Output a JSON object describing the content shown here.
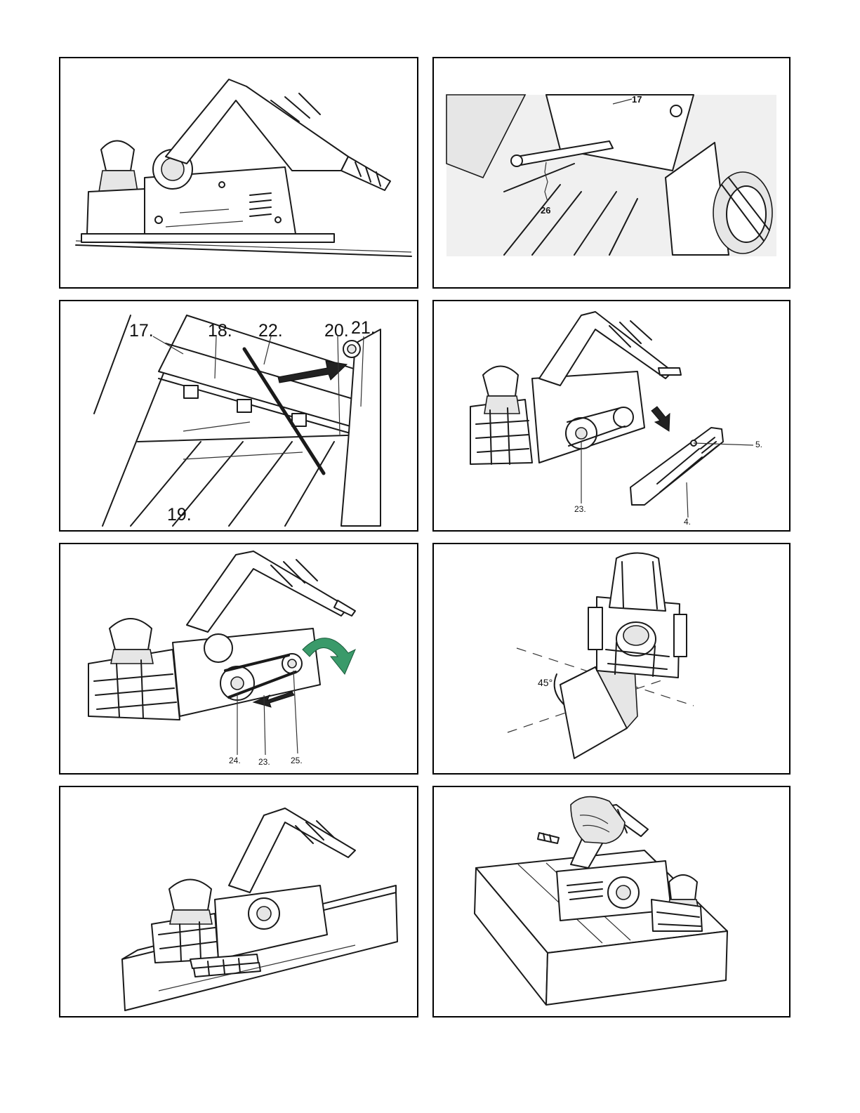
{
  "panels": [
    {
      "id": "fig-1",
      "labels": []
    },
    {
      "id": "fig-2",
      "labels": [
        "17",
        "26"
      ]
    },
    {
      "id": "fig-3",
      "labels": [
        "17.",
        "18.",
        "22.",
        "20.",
        "21.",
        "19."
      ]
    },
    {
      "id": "fig-4",
      "labels": [
        "5.",
        "23.",
        "4."
      ]
    },
    {
      "id": "fig-5",
      "labels": [
        "24.",
        "23.",
        "25."
      ]
    },
    {
      "id": "fig-6",
      "labels": [
        "45°"
      ]
    },
    {
      "id": "fig-7",
      "labels": []
    },
    {
      "id": "fig-8",
      "labels": []
    }
  ],
  "colors": {
    "border": "#000000",
    "arrow_green": "#3a9a6a",
    "ink": "#1a1a1a"
  },
  "icons": [
    "planer-side-view",
    "blade-holder-wrench",
    "blade-drum-detail",
    "belt-cover-removal",
    "belt-tension-arrow",
    "angle-guide",
    "planing-edge",
    "planing-top"
  ]
}
